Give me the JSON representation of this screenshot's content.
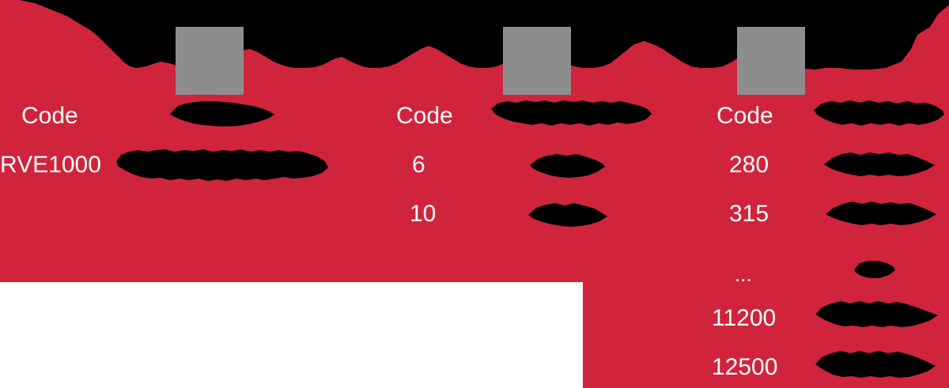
{
  "colors": {
    "background_red": "#d0243c",
    "redaction_black": "#000000",
    "marker_gray": "#8d8d8d",
    "text_white": "#ffffff",
    "page_white": "#ffffff"
  },
  "columns": [
    {
      "id": "column-1",
      "header": {
        "code_label": "Code",
        "description_label": ""
      },
      "rows": [
        {
          "code": "RVE1000",
          "description": ""
        }
      ]
    },
    {
      "id": "column-2",
      "header": {
        "code_label": "Code",
        "description_label": ""
      },
      "rows": [
        {
          "code": "6",
          "description": ""
        },
        {
          "code": "10",
          "description": ""
        }
      ]
    },
    {
      "id": "column-3",
      "header": {
        "code_label": "Code",
        "description_label": ""
      },
      "rows": [
        {
          "code": "280",
          "description": ""
        },
        {
          "code": "315",
          "description": ""
        },
        {
          "code": "...",
          "description": ""
        },
        {
          "code": "11200",
          "description": ""
        },
        {
          "code": "12500",
          "description": ""
        }
      ]
    }
  ]
}
